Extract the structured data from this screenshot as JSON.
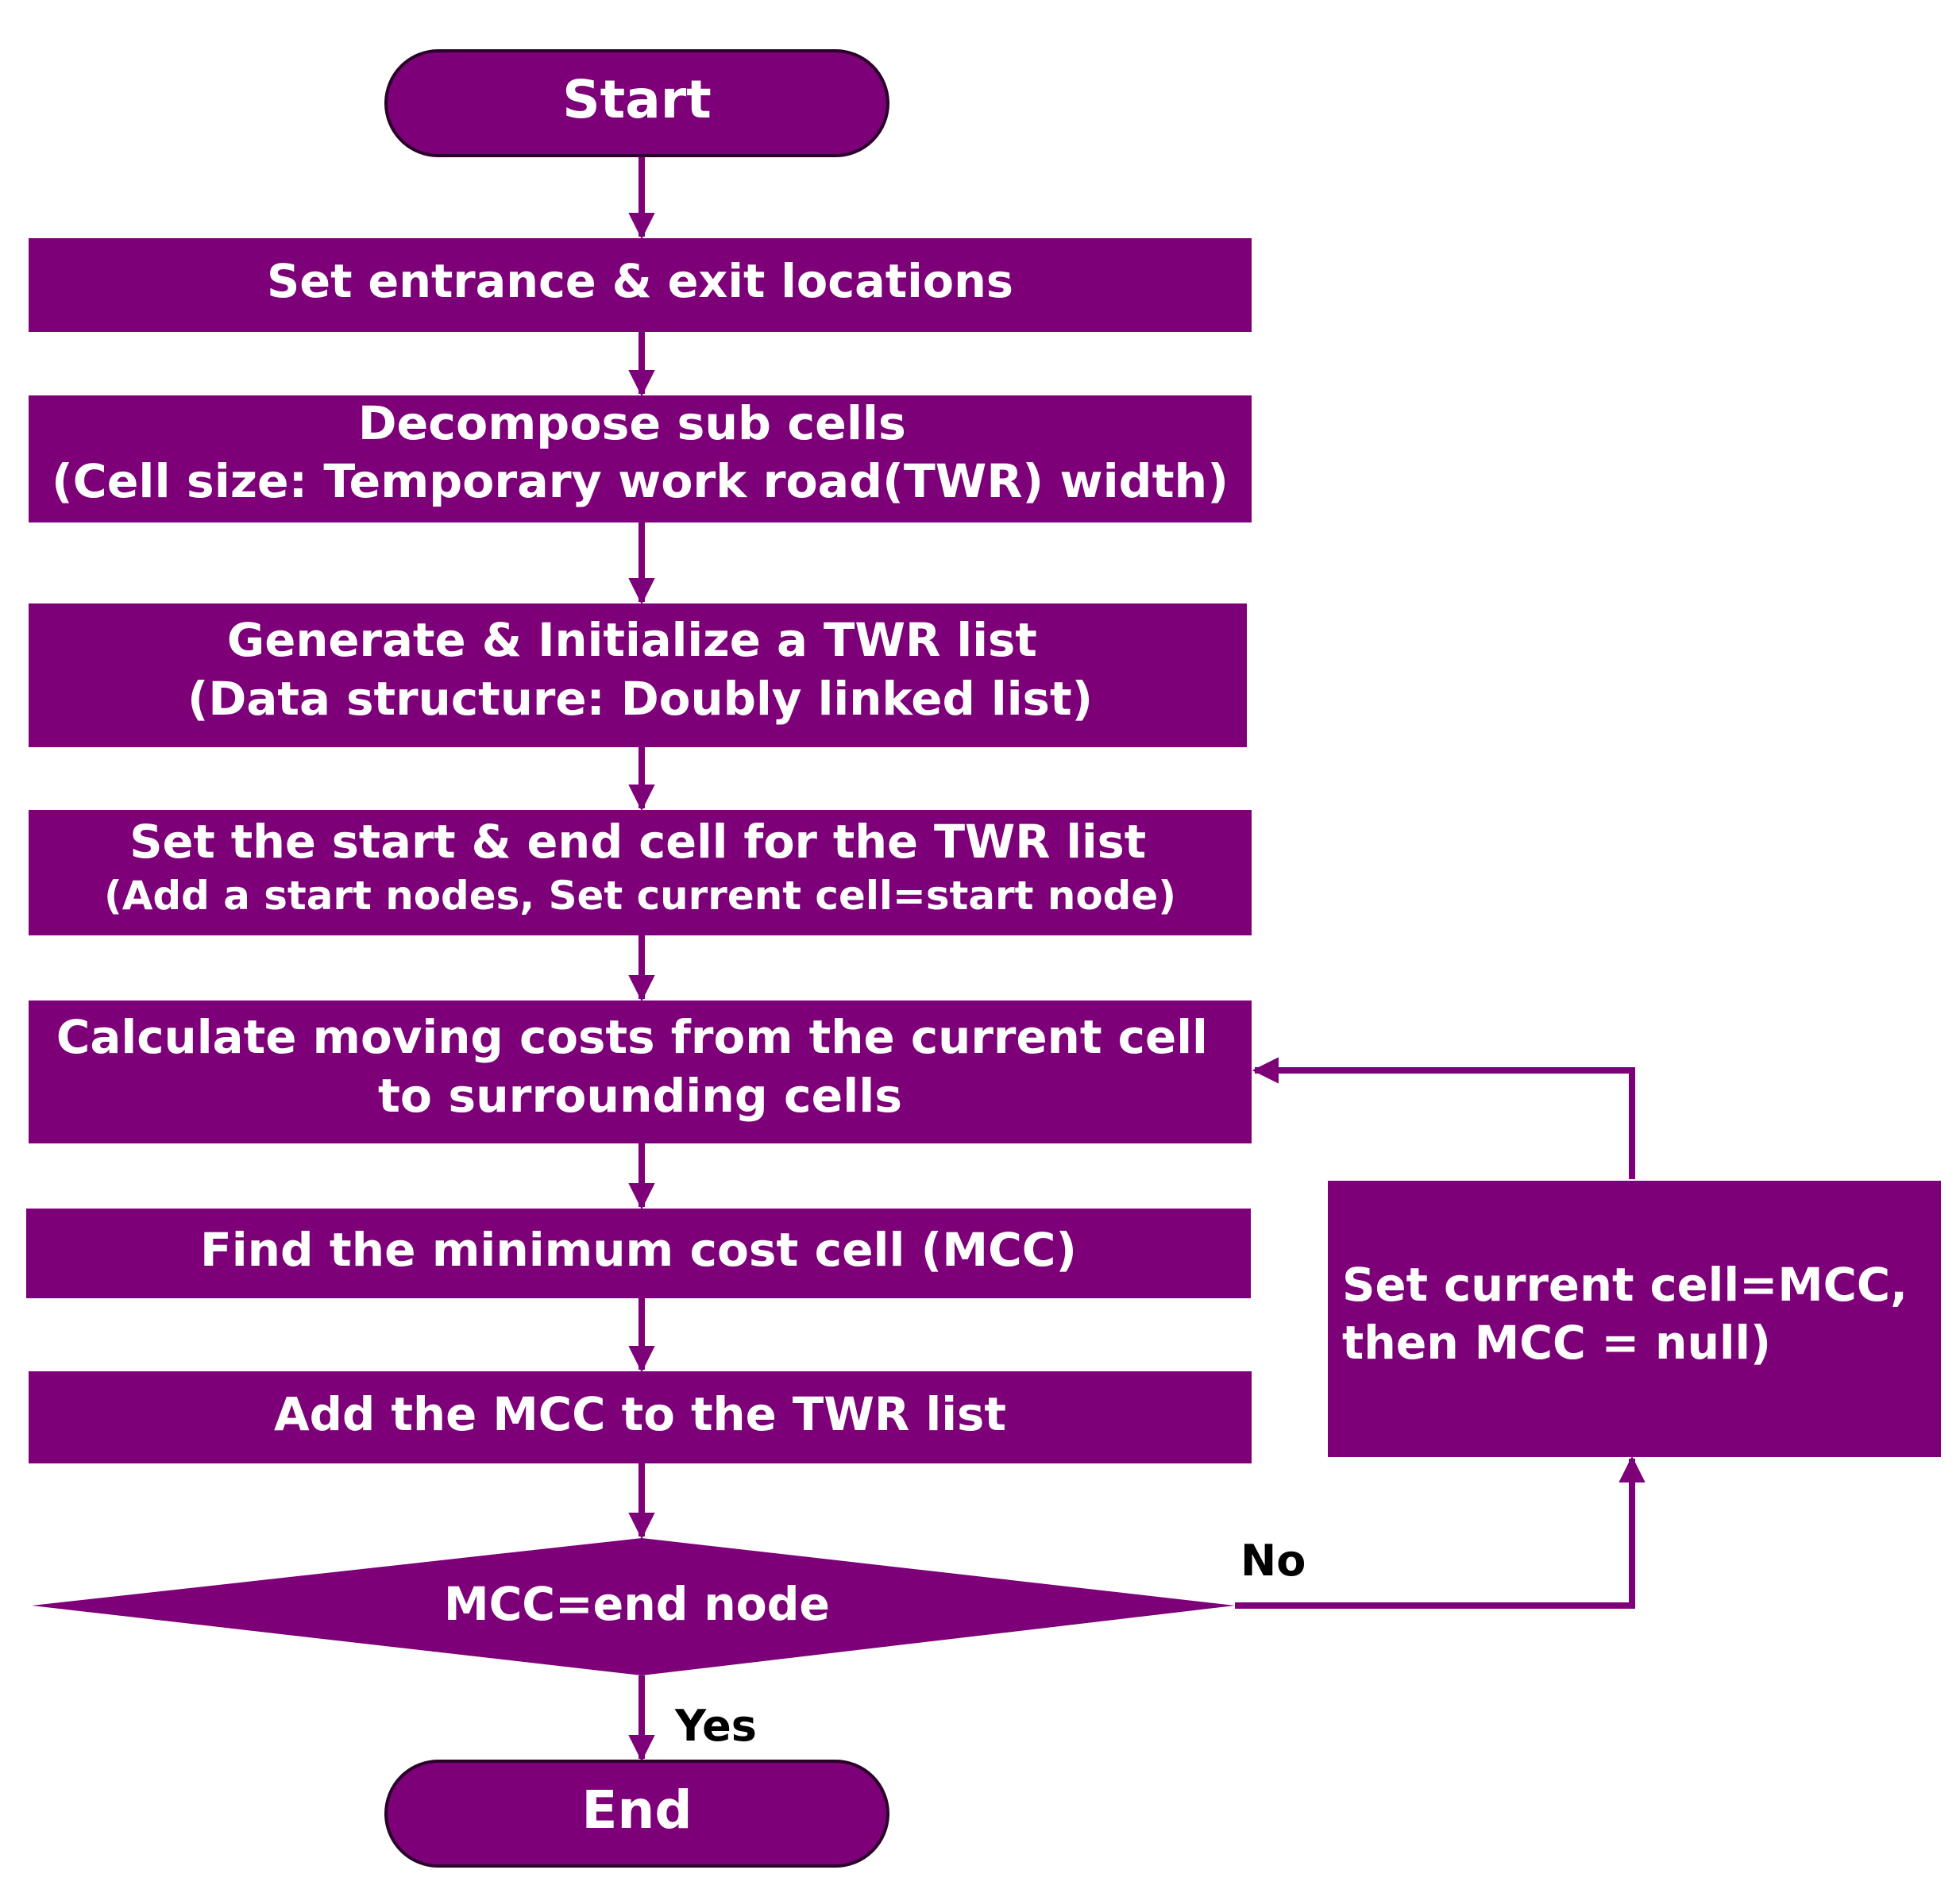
{
  "colors": {
    "node_fill": "#7d0079",
    "node_stroke": "#2a002a",
    "edge": "#7d0079",
    "label_text": "#000000",
    "node_text": "#ffffff"
  },
  "nodes": {
    "start": {
      "lines": [
        "Start"
      ]
    },
    "step1": {
      "lines": [
        "Set entrance & exit locations"
      ]
    },
    "step2": {
      "lines": [
        "Decompose sub cells",
        "(Cell size: Temporary work road(TWR) width)"
      ]
    },
    "step3": {
      "lines": [
        "Generate & Initialize a TWR list",
        "(Data structure: Doubly linked list)"
      ]
    },
    "step4": {
      "lines": [
        "Set the start & end cell for the TWR list",
        "(Add a start nodes, Set current cell=start node)"
      ]
    },
    "step5": {
      "lines": [
        "Calculate moving costs from the current cell",
        "to surrounding cells"
      ]
    },
    "step6": {
      "lines": [
        "Find the minimum cost cell (MCC)"
      ]
    },
    "step7": {
      "lines": [
        "Add the MCC to the TWR list"
      ]
    },
    "decision": {
      "lines": [
        "MCC=end node"
      ]
    },
    "loop": {
      "lines": [
        "Set current cell=MCC,",
        "then MCC = null)"
      ]
    },
    "end": {
      "lines": [
        "End"
      ]
    }
  },
  "edge_labels": {
    "no": "No",
    "yes": "Yes"
  }
}
